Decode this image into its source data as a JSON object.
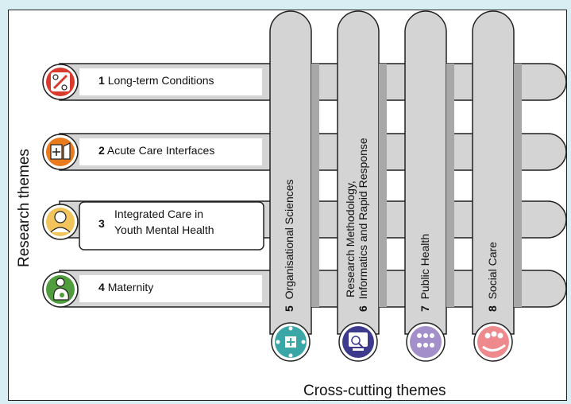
{
  "research_axis_label": "Research themes",
  "cross_axis_label": "Cross-cutting themes",
  "research_themes": [
    {
      "number": "1",
      "lines": [
        "Long-term Conditions"
      ],
      "color": "#d93a2e",
      "icon": "conditions-icon"
    },
    {
      "number": "2",
      "lines": [
        "Acute Care Interfaces"
      ],
      "color": "#ea7a1e",
      "icon": "hospital-icon"
    },
    {
      "number": "3",
      "lines": [
        "Integrated Care in",
        "Youth Mental Health"
      ],
      "color": "#f1c45c",
      "icon": "youth-head-icon"
    },
    {
      "number": "4",
      "lines": [
        "Maternity"
      ],
      "color": "#4f9d3c",
      "icon": "pregnancy-icon"
    }
  ],
  "cross_themes": [
    {
      "number": "5",
      "lines": [
        "Organisational Sciences"
      ],
      "color": "#3aa6a6",
      "icon": "network-icon"
    },
    {
      "number": "6",
      "lines": [
        "Research Methodology,",
        "Informatics and Rapid Response"
      ],
      "color": "#3e3b8f",
      "icon": "monitor-magnifier-icon"
    },
    {
      "number": "7",
      "lines": [
        "Public Health"
      ],
      "color": "#a38fc9",
      "icon": "population-icon"
    },
    {
      "number": "8",
      "lines": [
        "Social Care"
      ],
      "color": "#ee8a8e",
      "icon": "care-hand-icon"
    }
  ]
}
